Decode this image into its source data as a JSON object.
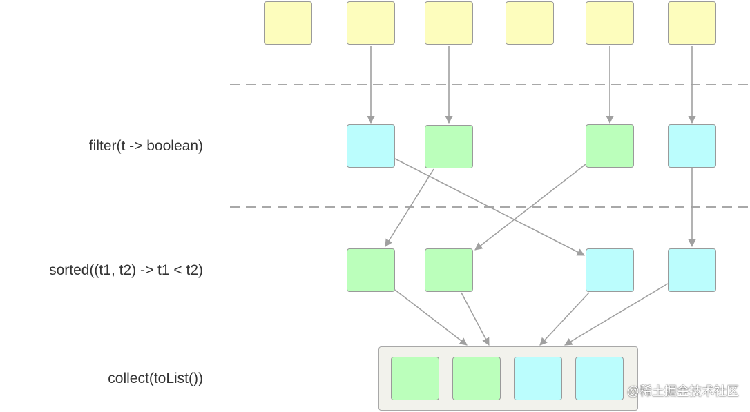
{
  "colors": {
    "input": "#fdfdbd",
    "kept_green": "#bbffbb",
    "kept_cyan": "#bbfdfd",
    "arrow": "#a0a0a0",
    "separator": "#a8a8a8"
  },
  "stages": {
    "filter": "filter(t -> boolean)",
    "sorted": "sorted((t1, t2) -> t1 < t2)",
    "collect": "collect(toList())"
  },
  "watermark": "@稀土掘金技术社区"
}
